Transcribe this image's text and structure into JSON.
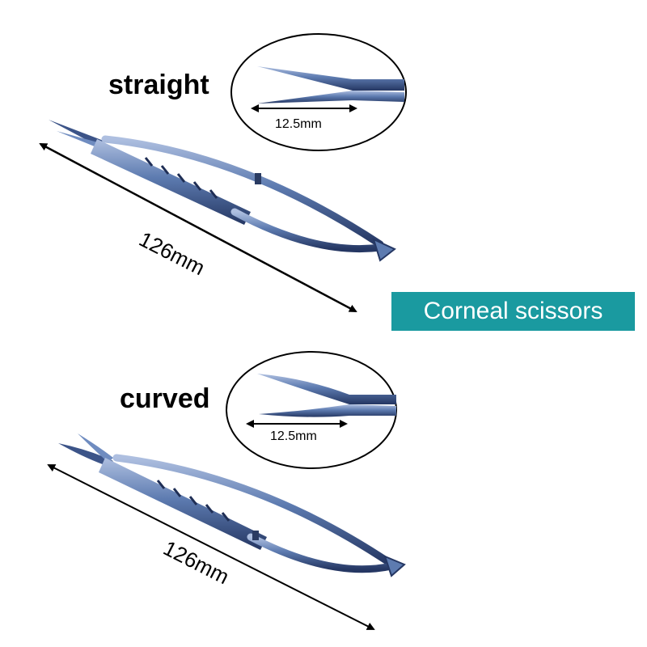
{
  "top": {
    "type_label": "straight",
    "length_label": "126mm",
    "tip_length_label": "12.5mm"
  },
  "bottom": {
    "type_label": "curved",
    "length_label": "126mm",
    "tip_length_label": "12.5mm"
  },
  "product_badge": {
    "text": "Corneal scissors",
    "background": "#1a9aa0"
  },
  "colors": {
    "instrument_blue": "#5a76a8",
    "instrument_dark": "#2a3b62",
    "instrument_light": "#9fb3d8"
  }
}
